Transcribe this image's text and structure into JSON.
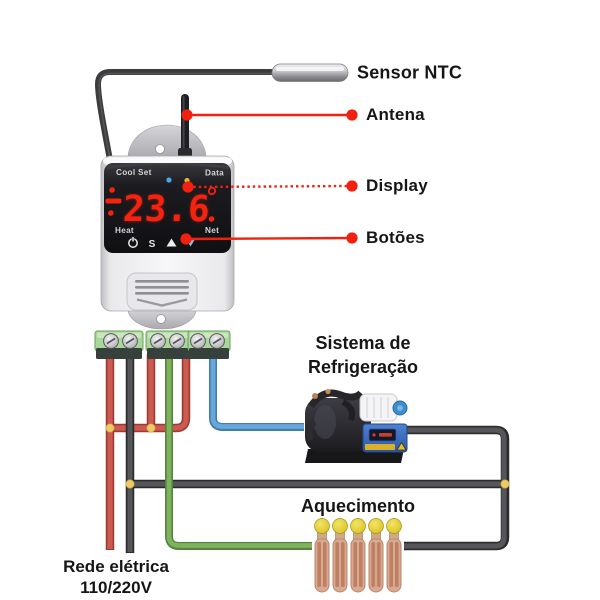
{
  "callouts": {
    "sensor_ntc": "Sensor NTC",
    "antena": "Antena",
    "display": "Display",
    "botoes": "Botões"
  },
  "sections": {
    "cooling": {
      "line1": "Sistema de",
      "line2": "Refrigeração"
    },
    "heating": {
      "label": "Aquecimento"
    },
    "mains": {
      "line1": "Rede elétrica",
      "line2": "110/220V"
    }
  },
  "device": {
    "status_labels": {
      "cool": "Cool",
      "set": "Set",
      "data": "Data",
      "heat": "Heat",
      "net": "Net"
    },
    "display": {
      "value": "-23.6",
      "digits": "23.6",
      "unit_mark": "degree"
    },
    "buttons": {
      "power_icon": "power",
      "set_label": "S",
      "up_icon": "triangle-up",
      "down_icon": "triangle-down"
    },
    "indicators": {
      "left_dot": "blue",
      "right_dot": "yellow"
    }
  },
  "colors": {
    "callout_red": "#f2210f",
    "digit_red": "#f4220f",
    "wire_red": "#cd5a50",
    "wire_black": "#55565a",
    "wire_green": "#7fb25c",
    "wire_blue": "#6aa6d8",
    "junction_yellow": "#ecca6a",
    "terminal_green": "#a9d79a",
    "heater_cap_yellow": "#e3cf3d",
    "heater_body_copper": "#d8a890"
  }
}
